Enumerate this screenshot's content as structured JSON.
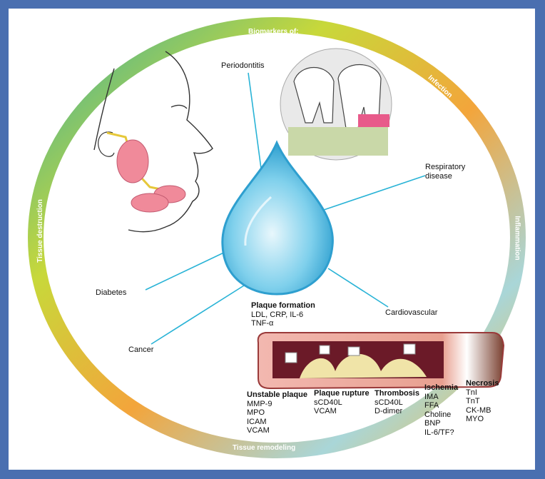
{
  "ring": {
    "top": "Biomarkers of:",
    "infection": "Infection",
    "inflammation": "Inflammation",
    "tissue_destruction": "Tissue destruction",
    "tissue_remodeling": "Tissue remodeling"
  },
  "conditions": {
    "periodontitis": "Periodontitis",
    "respiratory": [
      "Respiratory",
      "disease"
    ],
    "diabetes": "Diabetes",
    "cancer": "Cancer",
    "cardiovascular": "Cardiovascular"
  },
  "plaque_formation": {
    "title": "Plaque formation",
    "items": [
      "LDL, CRP, IL-6",
      "TNF-α"
    ]
  },
  "stages": [
    {
      "title": "Unstable plaque",
      "items": [
        "MMP-9",
        "MPO",
        "ICAM",
        "VCAM"
      ]
    },
    {
      "title": "Plaque rupture",
      "items": [
        "sCD40L",
        "VCAM"
      ]
    },
    {
      "title": "Thrombosis",
      "items": [
        "sCD40L",
        "D-dimer"
      ]
    },
    {
      "title": "Ischemia",
      "items": [
        "IMA",
        "FFA",
        "Choline",
        "BNP",
        "IL-6/TF?"
      ]
    },
    {
      "title": "Necrosis",
      "items": [
        "TnI",
        "TnT",
        "CK-MB",
        "MYO"
      ]
    }
  ],
  "colors": {
    "border": "#4a6fb0",
    "line": "#29b3d6",
    "drop": "#5ec6e6",
    "gland": "#f08a9a",
    "ring_top": "#c8d83a",
    "ring_right": "#f3a53b",
    "ring_left": "#3bb0a0",
    "ring_bottom": "#f3c04a"
  }
}
